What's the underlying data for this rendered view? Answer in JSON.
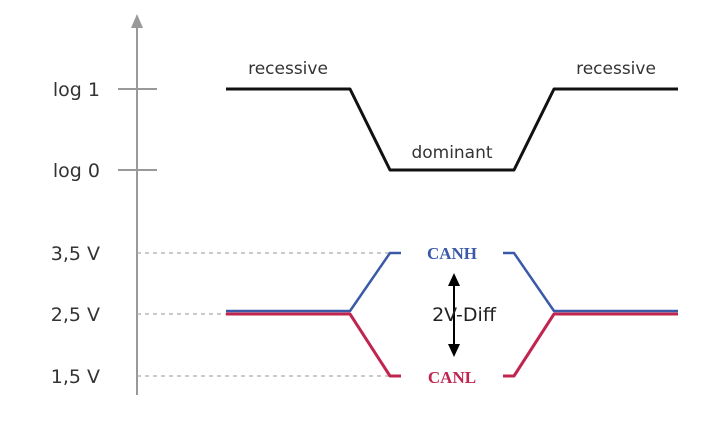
{
  "y_axis_labels": {
    "log1": "log 1",
    "log0": "log 0",
    "v35": "3,5 V",
    "v25": "2,5 V",
    "v15": "1,5 V"
  },
  "logic_states": {
    "recessive_left": "recessive",
    "dominant": "dominant",
    "recessive_right": "recessive"
  },
  "signals": {
    "canh": "CANH",
    "canl": "CANL"
  },
  "differential": "2V-Diff",
  "colors": {
    "logic_line": "#111111",
    "canh": "#3a5aa8",
    "canl": "#c0254f",
    "axis": "#999999",
    "dashed": "#aaaaaa"
  }
}
